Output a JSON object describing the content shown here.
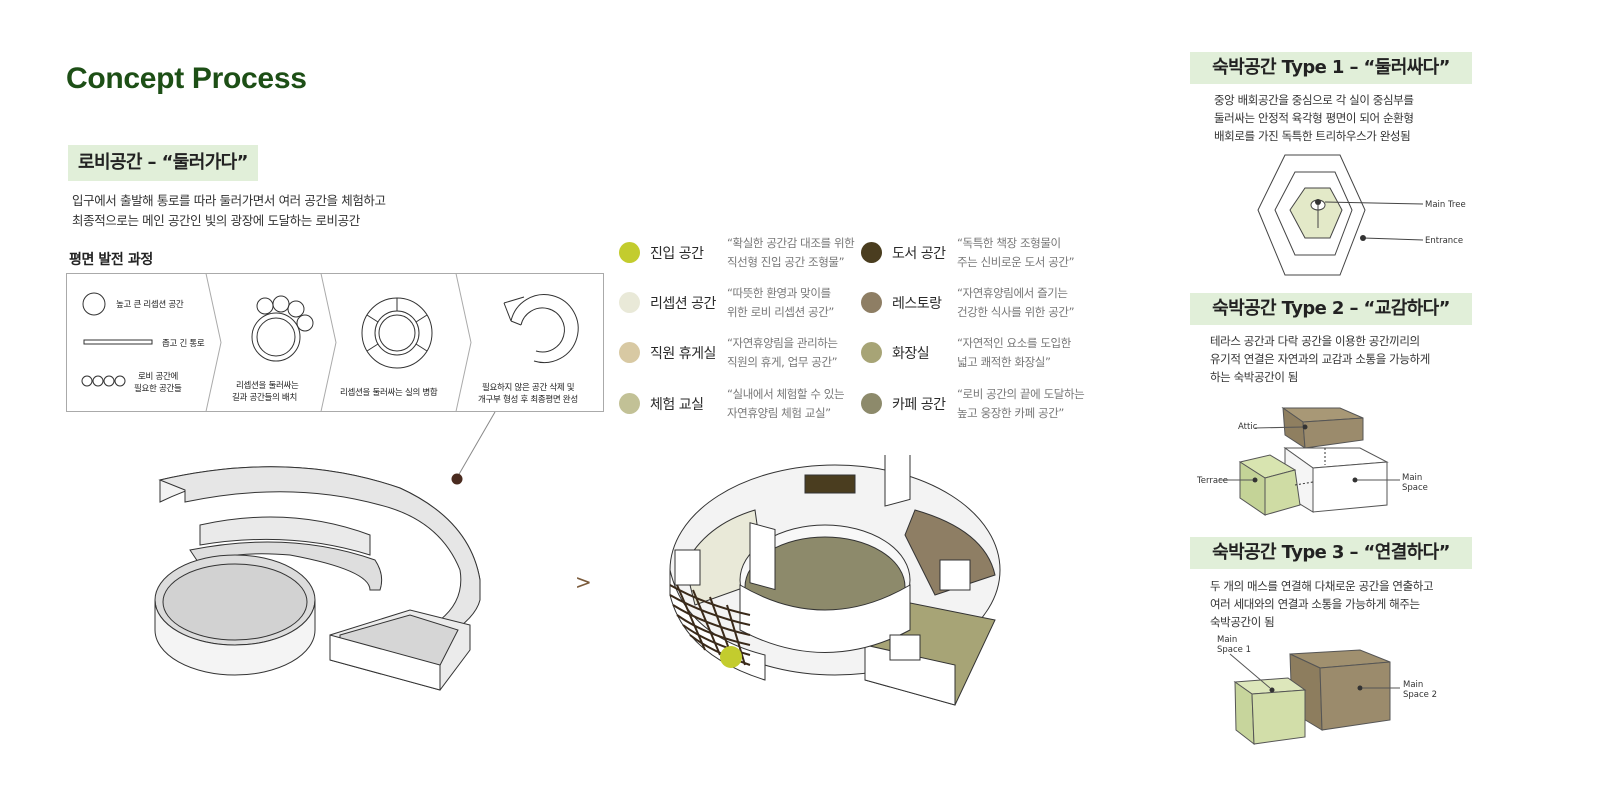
{
  "title": "Concept Process",
  "lobby": {
    "band": "로비공간 – “둘러가다”",
    "desc": [
      "입구에서 출발해 통로를 따라 둘러가면서 여러 공간을 체험하고",
      "최종적으로는 메인 공간인 빛의 광장에 도달하는 로비공간"
    ]
  },
  "plan": {
    "heading": "평면 발전 과정",
    "legend_big_circle": "높고 큰 리셉션 공간",
    "legend_narrow": "좁고 긴 통로",
    "legend_rooms_1": "로비 공간에",
    "legend_rooms_2": "필요한 공간들",
    "step1_line1": "리셉션을 둘러싸는",
    "step1_line2": "길과 공간들의 배치",
    "step2": "리셉션을 둘러싸는 실의 병합",
    "step3_line1": "필요하지 않은 공간 삭제 및",
    "step3_line2": "개구부 형성 후 최종평면 완성"
  },
  "arrow_glyph": ">",
  "legend": [
    {
      "name": "진입 공간",
      "color": "#c3cc2e",
      "desc1": "“확실한 공간감 대조를 위한",
      "desc2": "직선형 진입 공간 조형물”"
    },
    {
      "name": "리셉션 공간",
      "color": "#e9e9d8",
      "desc1": "“따뜻한 환영과 맞이를",
      "desc2": "위한 로비 리셉션 공간”"
    },
    {
      "name": "직원 휴게실",
      "color": "#d8c9a3",
      "desc1": "“자연휴양림을 관리하는",
      "desc2": "직원의 휴게, 업무 공간”"
    },
    {
      "name": "체험 교실",
      "color": "#c2c196",
      "desc1": "“실내에서 체험할 수 있는",
      "desc2": "자연휴양림 체험 교실”"
    },
    {
      "name": "도서 공간",
      "color": "#4a3d1f",
      "desc1": "“독특한 책장 조형물이",
      "desc2": "주는 신비로운 도서 공간”"
    },
    {
      "name": "레스토랑",
      "color": "#8e7e64",
      "desc1": "“자연휴양림에서 즐기는",
      "desc2": "건강한 식사를 위한 공간”"
    },
    {
      "name": "화장실",
      "color": "#a7a476",
      "desc1": "“자연적인 요소를 도입한",
      "desc2": "넓고 쾌적한 화장실”"
    },
    {
      "name": "카페 공간",
      "color": "#8d8a6b",
      "desc1": "“로비 공간의 끝에 도달하는",
      "desc2": "높고 웅장한 카페 공간”"
    }
  ],
  "types": [
    {
      "band": "숙박공간 Type 1 – “둘러싸다”",
      "desc": [
        "중앙 배회공간을 중심으로 각 실이 중심부를",
        "둘러싸는 안정적 육각형 평면이 되어 순환형",
        "배회로를 가진 독특한 트리하우스가 완성됨"
      ],
      "labels": {
        "main_tree": "Main Tree",
        "entrance": "Entrance"
      }
    },
    {
      "band": "숙박공간 Type 2 – “교감하다”",
      "desc": [
        "테라스 공간과 다락 공간을 이용한 공간끼리의",
        "유기적 연결은 자연과의 교감과 소통을 가능하게",
        "하는 숙박공간이 됨"
      ],
      "labels": {
        "attic": "Attic",
        "terrace": "Terrace",
        "main_space_1": "Main",
        "main_space_2": "Space"
      }
    },
    {
      "band": "숙박공간 Type 3 – “연결하다”",
      "desc": [
        "두 개의 매스를 연결해 다채로운 공간을 연출하고",
        "여러 세대와의 연결과 소통을 가능하게 해주는",
        "숙박공간이 됨"
      ],
      "labels": {
        "ms1_1": "Main",
        "ms1_2": "Space 1",
        "ms2_1": "Main",
        "ms2_2": "Space 2"
      }
    }
  ],
  "colors": {
    "title": "#1d4f16",
    "band_bg": "#e1efd9",
    "dark_dot": "#4a2b1f"
  }
}
